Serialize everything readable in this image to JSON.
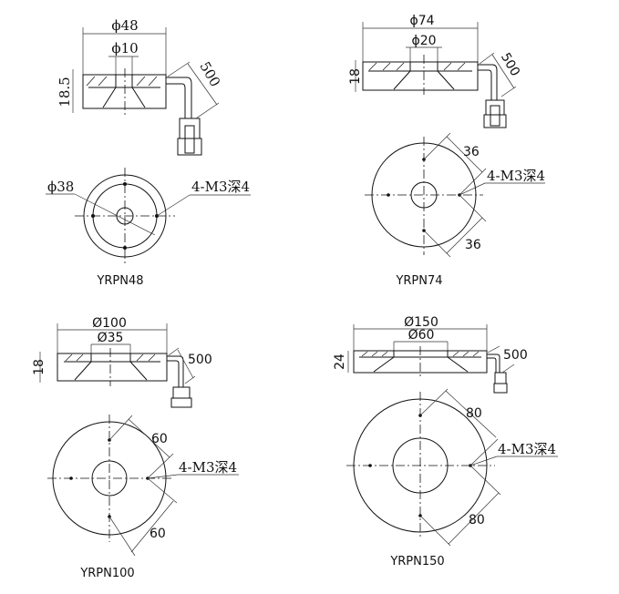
{
  "models": [
    {
      "name": "YRPN48",
      "outer_dia": "ϕ48",
      "inner_dia": "ϕ10",
      "height": "18.5",
      "cable": "500",
      "mount_dia": "ϕ38",
      "thread": "4-M3深4"
    },
    {
      "name": "YRPN74",
      "outer_dia": "ϕ74",
      "inner_dia": "ϕ20",
      "height": "18",
      "cable": "500",
      "spacing_a": "36",
      "spacing_b": "36",
      "thread": "4-M3深4"
    },
    {
      "name": "YRPN100",
      "outer_dia": "Ø100",
      "inner_dia": "Ø35",
      "height": "18",
      "cable": "500",
      "spacing_a": "60",
      "spacing_b": "60",
      "thread": "4-M3深4"
    },
    {
      "name": "YRPN150",
      "outer_dia": "Ø150",
      "inner_dia": "Ø60",
      "height": "24",
      "cable": "500",
      "spacing_a": "80",
      "spacing_b": "80",
      "thread": "4-M3深4"
    }
  ]
}
